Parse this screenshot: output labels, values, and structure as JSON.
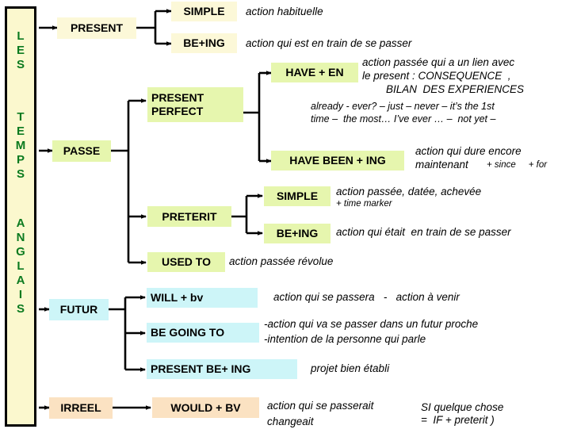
{
  "title": {
    "line1": "LES",
    "line2": "TEMPS",
    "line3": "ANGLAIS",
    "color": "#0B7A1F",
    "background": "#FBF8CE"
  },
  "colors": {
    "present": "#FCF8D8",
    "passe": "#E6F6AE",
    "futur": "#CDF5F8",
    "irreel": "#FBE2C2",
    "line": "#000000"
  },
  "categories": {
    "present": "PRESENT",
    "passe": "PASSE",
    "futur": "FUTUR",
    "irreel": "IRREEL"
  },
  "nodes": {
    "present_simple": "SIMPLE",
    "present_being": "BE+ING",
    "present_perfect": "PRESENT\nPERFECT",
    "have_en": "HAVE + EN",
    "have_been_ing": "HAVE BEEN + ING",
    "preterit": "PRETERIT",
    "preterit_simple": "SIMPLE",
    "preterit_being": "BE+ING",
    "used_to": "USED TO",
    "will_bv": "WILL + bv",
    "be_going_to": "BE GOING TO",
    "present_be_ing": "PRESENT BE+ ING",
    "would_bv": "WOULD + BV"
  },
  "notes": {
    "present_simple": "action habituelle",
    "present_being": "action qui est en train de se passer",
    "have_en_l1": "action passée qui a un lien avec",
    "have_en_l2": "le present : CONSEQUENCE  ,",
    "have_en_l3": "BILAN  DES EXPERIENCES",
    "have_en_markers_l1": "already - ever? – just – never – it’s the 1st",
    "have_en_markers_l2": "time –  the most… I’ve ever … –  not yet –",
    "have_been_ing_l1": "action qui dure encore",
    "have_been_ing_l2": "maintenant",
    "have_been_ing_markers": "+ since     + for",
    "preterit_simple_l1": "action passée, datée, achevée",
    "preterit_simple_l2": "+ time marker",
    "preterit_being": "action qui était  en train de se passer",
    "used_to": "action passée révolue",
    "will_bv": "action qui se passera   -   action à venir",
    "be_going_to_l1": "-action qui va se passer dans un futur proche",
    "be_going_to_l2": "-intention de la personne qui parle",
    "present_be_ing": "projet bien établi",
    "would_bv_l1": "action qui se passerait",
    "would_bv_l2": "changeait",
    "would_bv_cond_l1": "SI quelque chose",
    "would_bv_cond_l2": "=  IF + preterit )"
  }
}
